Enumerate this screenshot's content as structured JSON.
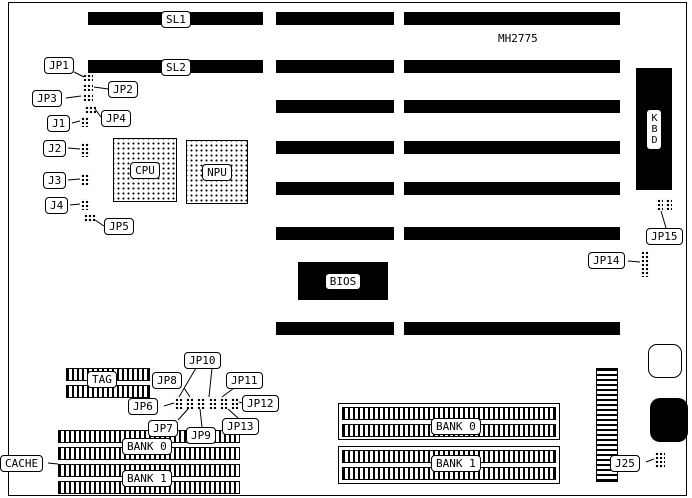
{
  "title": {
    "part_number": "MH2775"
  },
  "slots": {
    "sl1": "SL1",
    "sl2": "SL2"
  },
  "chips": {
    "cpu": "CPU",
    "npu": "NPU",
    "bios": "BIOS",
    "kbd": "KBD"
  },
  "jumpers": {
    "jp1": "JP1",
    "jp2": "JP2",
    "jp3": "JP3",
    "jp4": "JP4",
    "jp5": "JP5",
    "jp6": "JP6",
    "jp7": "JP7",
    "jp8": "JP8",
    "jp9": "JP9",
    "jp10": "JP10",
    "jp11": "JP11",
    "jp12": "JP12",
    "jp13": "JP13",
    "jp14": "JP14",
    "jp15": "JP15",
    "j1": "J1",
    "j2": "J2",
    "j3": "J3",
    "j4": "J4",
    "j25": "J25"
  },
  "memory": {
    "tag": "TAG",
    "cache": "CACHE",
    "cache_bank0": "BANK 0",
    "cache_bank1": "BANK 1",
    "simm_bank0": "BANK 0",
    "simm_bank1": "BANK 1"
  }
}
